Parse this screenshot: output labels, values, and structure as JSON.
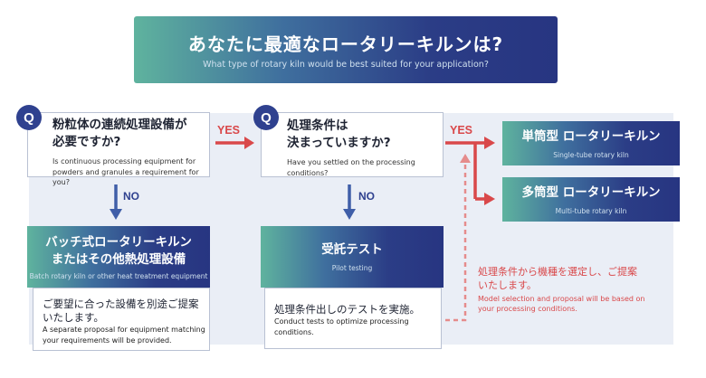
{
  "banner": {
    "title": "あなたに最適なロータリーキルンは?",
    "subtitle": "What type of rotary kiln would be best suited for your application?"
  },
  "question1": {
    "badge": "Q",
    "jp_line1": "粉粒体の連続処理設備が",
    "jp_line2": "必要ですか?",
    "en_line1": "Is continuous processing equipment for",
    "en_line2": "powders and granules a requirement for you?"
  },
  "question2": {
    "badge": "Q",
    "jp_line1": "処理条件は",
    "jp_line2": "決まっていますか?",
    "en_line1": "Have you settled on the processing conditions?"
  },
  "labels": {
    "yes1": "YES",
    "yes2": "YES",
    "no1": "NO",
    "no2": "NO"
  },
  "single_kiln": {
    "jp": "単筒型 ロータリーキルン",
    "en": "Single-tube rotary kiln"
  },
  "multi_kiln": {
    "jp": "多筒型 ロータリーキルン",
    "en": "Multi-tube rotary kiln"
  },
  "batch_kiln": {
    "jp_line1": "バッチ式ロータリーキルン",
    "jp_line2": "またはその他熱処理設備",
    "en": "Batch rotary kiln or other heat treatment equipment",
    "detail_jp_line1": "ご要望に合った設備を別途ご提案",
    "detail_jp_line2": "いたします。",
    "detail_en_line1": "A separate proposal for equipment matching",
    "detail_en_line2": "your requirements will be provided."
  },
  "pilot_test": {
    "jp": "受託テスト",
    "en": "Pilot testing",
    "detail_jp": "処理条件出しのテストを実施。",
    "detail_en": "Conduct tests to optimize processing conditions."
  },
  "note": {
    "jp_line1": "処理条件から機種を選定し、ご提案",
    "jp_line2": "いたします。",
    "en_line1": "Model selection and proposal will be based on",
    "en_line2": "your processing conditions."
  },
  "colors": {
    "yes": "#d9484a",
    "no": "#2f418f",
    "navy": "#2b3d86",
    "teal": "#5fb39e",
    "panel": "#eaeef6"
  }
}
